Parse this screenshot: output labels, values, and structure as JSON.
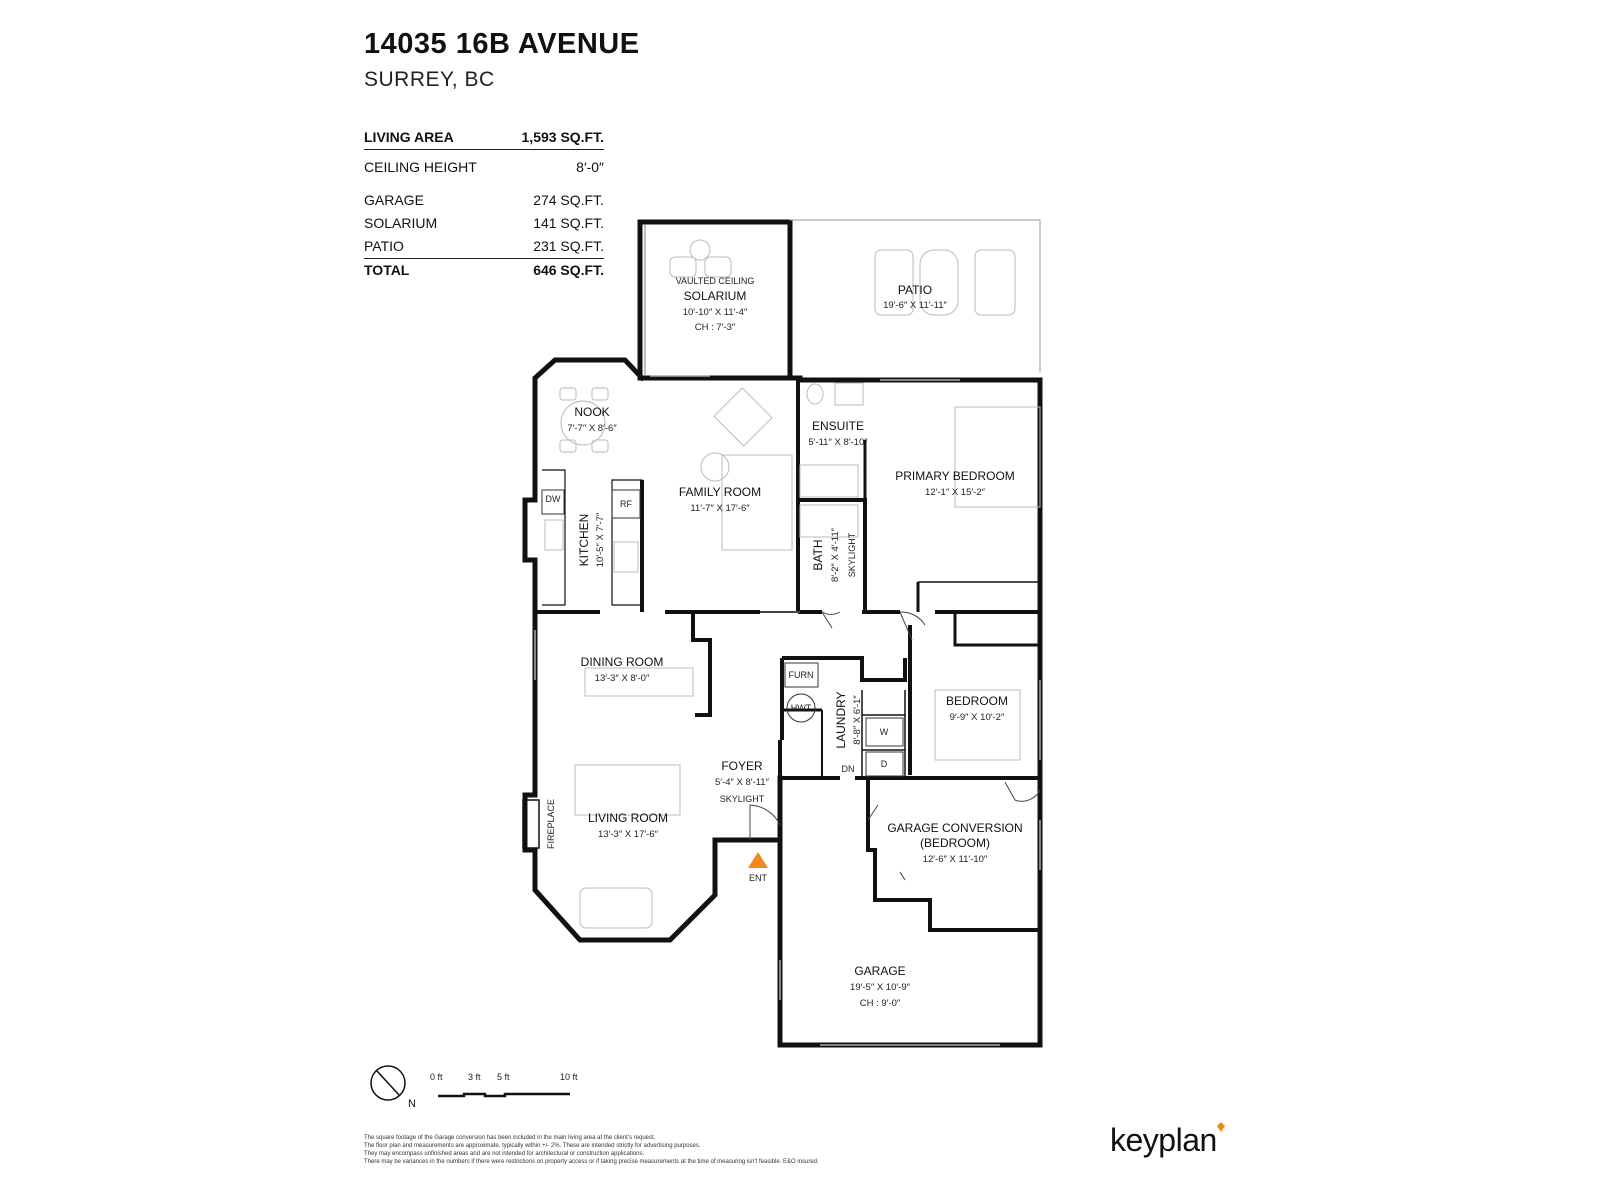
{
  "header": {
    "address": "14035 16B AVENUE",
    "city": "SURREY, BC"
  },
  "stats": {
    "living_area_label": "LIVING AREA",
    "living_area_value": "1,593 SQ.FT.",
    "ceiling_label": "CEILING HEIGHT",
    "ceiling_value": "8′-0″",
    "garage_label": "GARAGE",
    "garage_value": "274 SQ.FT.",
    "solarium_label": "SOLARIUM",
    "solarium_value": "141 SQ.FT.",
    "patio_label": "PATIO",
    "patio_value": "231 SQ.FT.",
    "total_label": "TOTAL",
    "total_value": "646 SQ.FT."
  },
  "rooms": {
    "solarium_note": "VAULTED CEILING",
    "solarium_name": "SOLARIUM",
    "solarium_dim": "10′-10″  X  11′-4″",
    "solarium_ch": "CH : 7′-3″",
    "patio_name": "PATIO",
    "patio_dim": "19′-6″  X  11′-11″",
    "nook_name": "NOOK",
    "nook_dim": "7′-7″  X  8′-6″",
    "family_name": "FAMILY ROOM",
    "family_dim": "11′-7″  X  17′-6″",
    "ensuite_name": "ENSUITE",
    "ensuite_dim": "5′-11″  X  8′-10″",
    "primary_name": "PRIMARY BEDROOM",
    "primary_dim": "12′-1″  X  15′-2″",
    "kitchen_name": "KITCHEN",
    "kitchen_dim": "10′-5″  X  7′-7″",
    "bath_name": "BATH",
    "bath_dim": "8′-2″  X  4′-11″",
    "skylight_bath": "SKYLIGHT",
    "dining_name": "DINING ROOM",
    "dining_dim": "13′-3″  X  8′-0″",
    "laundry_name": "LAUNDRY",
    "laundry_dim": "8′-8″  X  6′-1″",
    "bedroom_name": "BEDROOM",
    "bedroom_dim": "9′-9″  X  10′-2″",
    "foyer_name": "FOYER",
    "foyer_dim": "5′-4″  X  8′-11″",
    "skylight_foyer": "SKYLIGHT",
    "living_name": "LIVING ROOM",
    "living_dim": "13′-3″  X  17′-6″",
    "garage_conv_name": "GARAGE CONVERSION",
    "garage_conv_sub": "(BEDROOM)",
    "garage_conv_dim": "12′-6″  X  11′-10″",
    "garage_name": "GARAGE",
    "garage_dim": "19′-5″  X  10′-9″",
    "garage_ch": "CH : 9′-0″",
    "fireplace": "FIREPLACE",
    "ent": "ENT",
    "dw": "DW",
    "rf": "RF",
    "furn": "FURN",
    "hwt": "HWT",
    "w": "W",
    "d": "D",
    "dn": "DN"
  },
  "scale": {
    "north": "N",
    "t0": "0 ft",
    "t3": "3 ft",
    "t5": "5 ft",
    "t10": "10 ft"
  },
  "disclaimer": [
    "The square footage of the Garage conversion has been included in the main living area at the client's request.",
    "The floor plan and measurements are approximate, typically within +/- 2%. These are intended strictly for advertising purposes.",
    "They may encompass unfinished areas and are not intended for architectural or construction applications.",
    "There may be variances in the numbers if there were restrictions on property access or if taking precise measurements at the time of measuring isn't feasible. E&O insured."
  ],
  "brand": {
    "logo_text": "keyplan",
    "accent": "#f08a1c"
  },
  "colors": {
    "wall": "#111111",
    "entry_marker": "#f08a1c"
  }
}
